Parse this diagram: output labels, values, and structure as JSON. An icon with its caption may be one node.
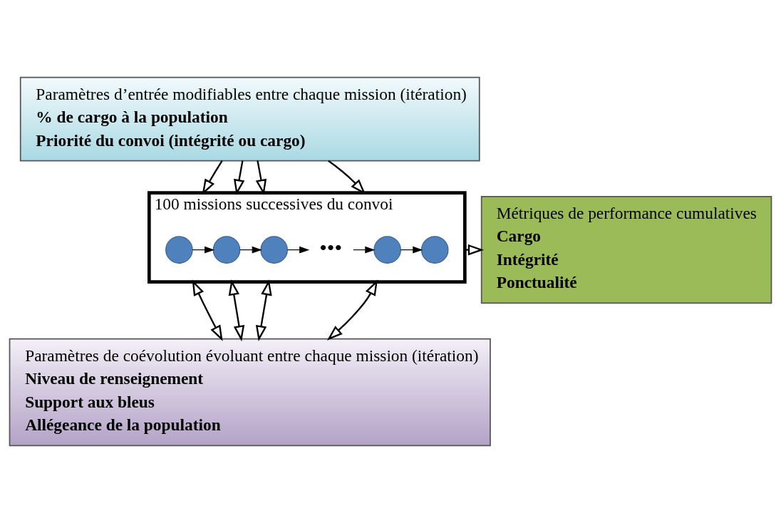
{
  "diagram": {
    "nodes": [
      {
        "text": [
          "Paramètres d’entrée modifiables entre chaque mission (itération)",
          "% de cargo à la population",
          "Priorité du convoi (intégrité ou cargo)"
        ]
      },
      {
        "text": [
          "100 missions successives du convoi"
        ]
      },
      {
        "text": [],
        "shape": "circle",
        "in": 1
      },
      {
        "text": [],
        "shape": "circle",
        "in": 1
      },
      {
        "text": [],
        "shape": "circle",
        "in": 1
      },
      {
        "text": [
          "•••"
        ],
        "in": 1
      },
      {
        "text": [],
        "shape": "circle",
        "in": 1
      },
      {
        "text": [],
        "shape": "circle",
        "in": 1
      },
      {
        "text": [
          "Métriques de performance cumulatives",
          "Cargo",
          "Intégrité",
          "Ponctualité"
        ]
      },
      {
        "text": [
          "Paramètres de coévolution évoluant entre chaque mission (itération)",
          "Niveau de renseignement",
          "Support aux bleus",
          "Allégeance de la population"
        ]
      }
    ],
    "edges": [
      {
        "from": 0,
        "to": 1,
        "arrow": "to"
      },
      {
        "from": 0,
        "to": 1,
        "arrow": "to"
      },
      {
        "from": 0,
        "to": 1,
        "arrow": "to"
      },
      {
        "from": 0,
        "to": 1,
        "arrow": "to"
      },
      {
        "from": 2,
        "to": 3,
        "arrow": "to"
      },
      {
        "from": 3,
        "to": 4,
        "arrow": "to"
      },
      {
        "from": 4,
        "to": 5,
        "arrow": "to"
      },
      {
        "from": 5,
        "to": 6,
        "arrow": "to"
      },
      {
        "from": 6,
        "to": 7,
        "arrow": "to"
      },
      {
        "from": 1,
        "to": 8,
        "arrow": "to"
      },
      {
        "from": 1,
        "to": 9,
        "arrow": "both"
      },
      {
        "from": 1,
        "to": 9,
        "arrow": "both"
      },
      {
        "from": 1,
        "to": 9,
        "arrow": "both"
      },
      {
        "from": 1,
        "to": 9,
        "arrow": "both"
      }
    ]
  }
}
